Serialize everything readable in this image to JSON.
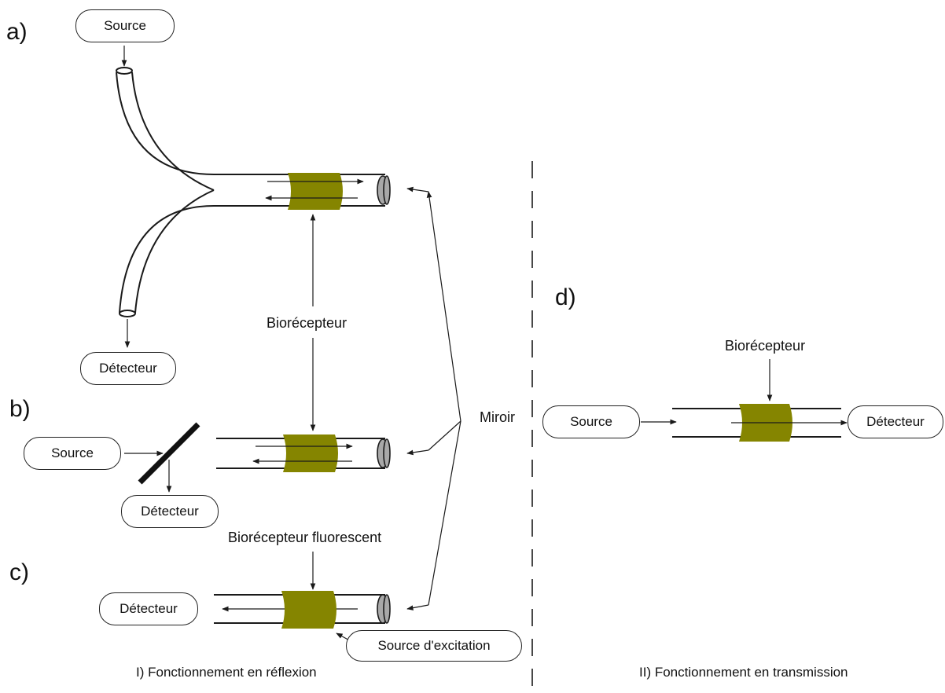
{
  "panels": {
    "a": "a)",
    "b": "b)",
    "c": "c)",
    "d": "d)"
  },
  "boxes": {
    "a_source": "Source",
    "a_detecteur": "Détecteur",
    "b_source": "Source",
    "b_detecteur": "Détecteur",
    "c_detecteur": "Détecteur",
    "c_source_excitation": "Source d'excitation",
    "d_source": "Source",
    "d_detecteur": "Détecteur"
  },
  "labels": {
    "biorecepteur": "Biorécepteur",
    "biorecepteur_fluorescent": "Biorécepteur fluorescent",
    "miroir": "Miroir",
    "d_biorecepteur": "Biorécepteur"
  },
  "captions": {
    "reflexion": "I) Fonctionnement en réflexion",
    "transmission": "II) Fonctionnement en transmission"
  },
  "colors": {
    "bioreceptor": "#858500",
    "stroke": "#1a1a1a",
    "mirror_cap": "#a8a8a8"
  }
}
